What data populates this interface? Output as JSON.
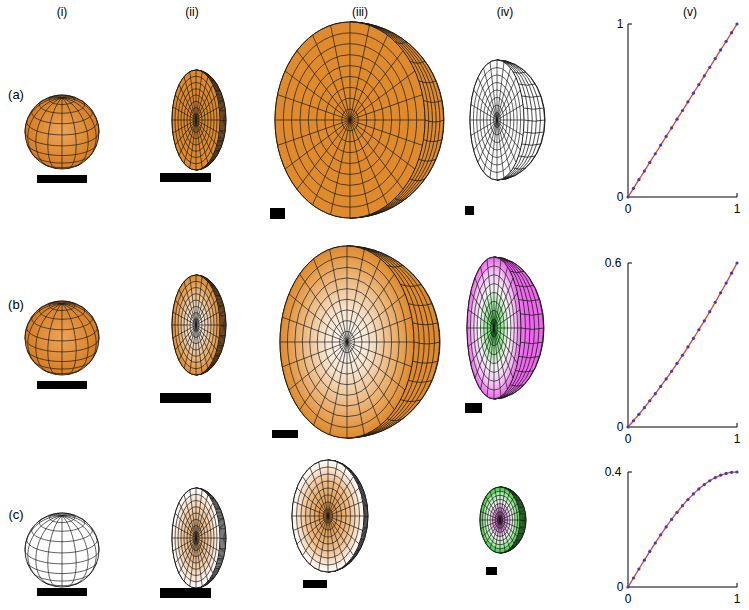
{
  "diagram": {
    "labels": [
      "(i)",
      "(ii)",
      "(iii)",
      "(iv)",
      "(v)",
      "(a)",
      "1",
      "0",
      "0",
      "1",
      "(b)",
      "0.6",
      "0",
      "0",
      "1",
      "(c)",
      "0.4",
      "0",
      "0",
      "1"
    ]
  }
}
